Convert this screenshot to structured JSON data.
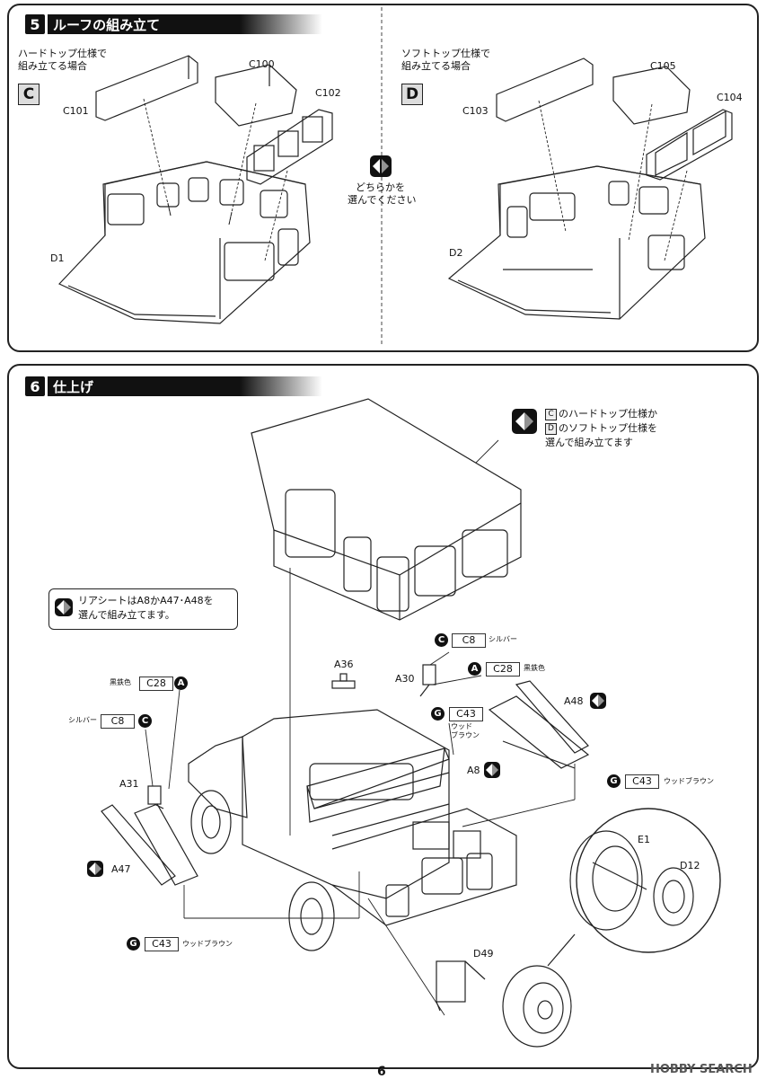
{
  "step5": {
    "number": "5",
    "title": "ルーフの組み立て",
    "left": {
      "caption_line1": "ハードトップ仕様で",
      "caption_line2": "組み立てる場合",
      "box_label": "C",
      "parts": {
        "c101": "C101",
        "c100": "C100",
        "c102": "C102",
        "d1": "D1"
      }
    },
    "right": {
      "caption_line1": "ソフトトップ仕様で",
      "caption_line2": "組み立てる場合",
      "box_label": "D",
      "parts": {
        "c103": "C103",
        "c105": "C105",
        "c104": "C104",
        "d2": "D2"
      }
    },
    "choice_note_line1": "どちらかを",
    "choice_note_line2": "選んでください"
  },
  "step6": {
    "number": "6",
    "title": "仕上げ",
    "top_note": {
      "box_c": "C",
      "line1_suffix": "のハードトップ仕様か",
      "box_d": "D",
      "line2_suffix": "のソフトトップ仕様を",
      "line3": "選んで組み立てます"
    },
    "rear_seat_note_line1": "リアシートはA8かA47･A48を",
    "rear_seat_note_line2": "選んで組み立てます。",
    "callouts": {
      "a36": "A36",
      "a30": "A30",
      "a31": "A31",
      "a47": "A47",
      "a48": "A48",
      "a8": "A8",
      "e1": "E1",
      "d12": "D12",
      "d49": "D49"
    },
    "paints": {
      "c8_top": {
        "circle": "C",
        "code": "C8",
        "name": "シルバー"
      },
      "c28_top": {
        "circle": "A",
        "code": "C28",
        "name": "黒鉄色"
      },
      "c28_left": {
        "circle": "A",
        "code": "C28",
        "name": "黒鉄色"
      },
      "c8_left": {
        "circle": "C",
        "code": "C8",
        "name": "シルバー"
      },
      "c43_mid": {
        "circle": "G",
        "code": "C43",
        "name_line1": "ウッド",
        "name_line2": "ブラウン"
      },
      "c43_right": {
        "circle": "G",
        "code": "C43",
        "name": "ウッドブラウン"
      },
      "c43_bottom": {
        "circle": "G",
        "code": "C43",
        "name": "ウッドブラウン"
      }
    }
  },
  "footer": {
    "page_number": "6",
    "watermark": "HOBBY SEARCH"
  }
}
